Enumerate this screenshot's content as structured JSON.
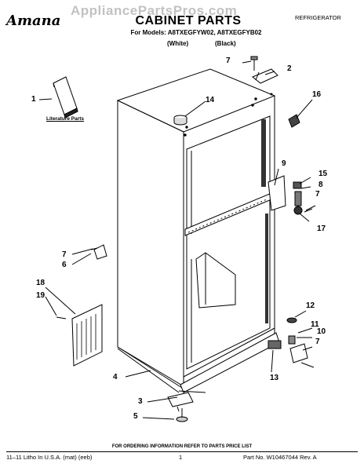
{
  "watermark": "AppliancePartsPros.com",
  "header": {
    "brand": "Amana",
    "title": "CABINET PARTS",
    "category": "REFRIGERATOR",
    "models": "For Models: A8TXEGFYW02, A8TXEGFYB02",
    "variant_white": "(White)",
    "variant_black": "(Black)"
  },
  "literature_label": "Literature Parts",
  "callouts": [
    "1",
    "2",
    "3",
    "4",
    "5",
    "6",
    "7",
    "7",
    "7",
    "7",
    "8",
    "9",
    "10",
    "11",
    "12",
    "13",
    "14",
    "15",
    "16",
    "17",
    "18",
    "19"
  ],
  "footer": {
    "order_note": "FOR ORDERING INFORMATION REFER TO PARTS PRICE LIST",
    "left": "11–11 Litho In U.S.A. (mat) (eeb)",
    "page": "1",
    "right": "Part No. W10467044 Rev. A"
  }
}
